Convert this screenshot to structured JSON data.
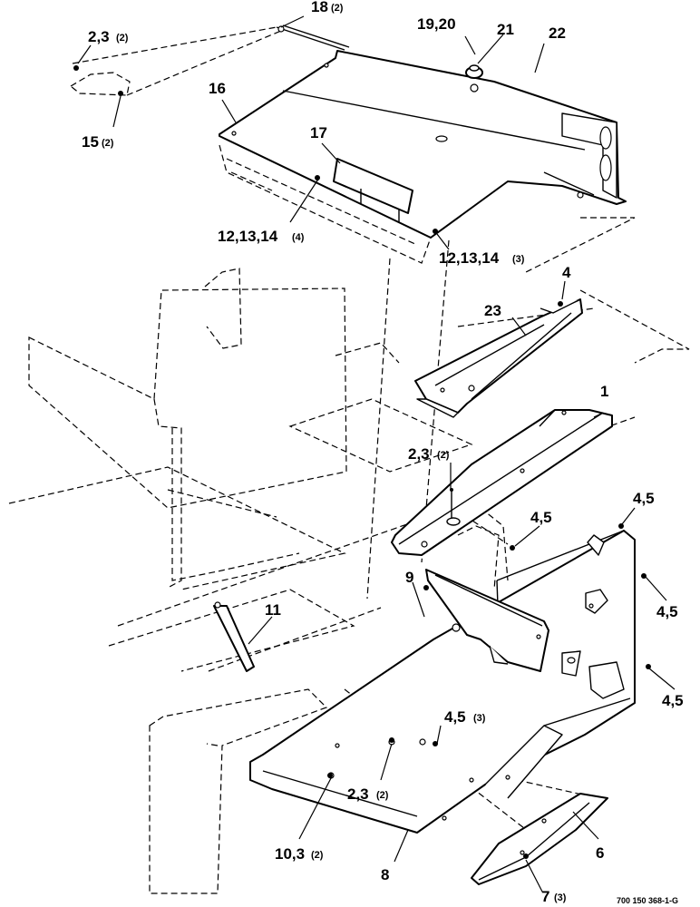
{
  "diagram": {
    "document_number": "700 150 368-1-G",
    "callouts": [
      {
        "id": "c18",
        "text": "18",
        "qty": "(2)"
      },
      {
        "id": "c19_20",
        "text": "19,20",
        "qty": ""
      },
      {
        "id": "c21",
        "text": "21",
        "qty": ""
      },
      {
        "id": "c22",
        "text": "22",
        "qty": ""
      },
      {
        "id": "c2_3_top",
        "text": "2,3",
        "qty": "(2)"
      },
      {
        "id": "c15",
        "text": "15",
        "qty": "(2)"
      },
      {
        "id": "c16",
        "text": "16",
        "qty": ""
      },
      {
        "id": "c17",
        "text": "17",
        "qty": ""
      },
      {
        "id": "c12_left",
        "text": "12,13,14",
        "qty": "(4)"
      },
      {
        "id": "c12_right",
        "text": "12,13,14",
        "qty": "(3)"
      },
      {
        "id": "c4",
        "text": "4",
        "qty": ""
      },
      {
        "id": "c23",
        "text": "23",
        "qty": ""
      },
      {
        "id": "c1",
        "text": "1",
        "qty": ""
      },
      {
        "id": "c2_3_mid",
        "text": "2,3",
        "qty": "(2)"
      },
      {
        "id": "c4_5_a",
        "text": "4,5",
        "qty": ""
      },
      {
        "id": "c4_5_b",
        "text": "4,5",
        "qty": ""
      },
      {
        "id": "c4_5_c",
        "text": "4,5",
        "qty": ""
      },
      {
        "id": "c4_5_d",
        "text": "4,5",
        "qty": ""
      },
      {
        "id": "c9",
        "text": "9",
        "qty": ""
      },
      {
        "id": "c11",
        "text": "11",
        "qty": ""
      },
      {
        "id": "c4_5_e",
        "text": "4,5",
        "qty": "(3)"
      },
      {
        "id": "c2_3_low",
        "text": "2,3",
        "qty": "(2)"
      },
      {
        "id": "c10_3",
        "text": "10,3",
        "qty": "(2)"
      },
      {
        "id": "c8",
        "text": "8",
        "qty": ""
      },
      {
        "id": "c6",
        "text": "6",
        "qty": ""
      },
      {
        "id": "c7",
        "text": "7",
        "qty": "(3)"
      }
    ]
  }
}
